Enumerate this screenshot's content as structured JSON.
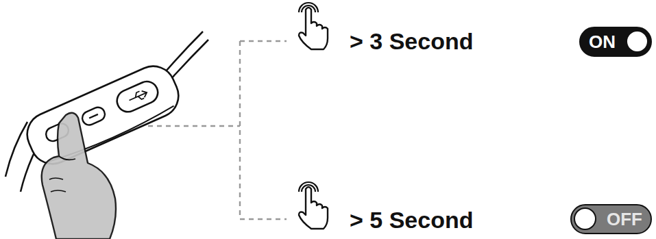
{
  "diagram": {
    "nodes": [
      {
        "text": [
          "ON"
        ]
      },
      {
        "text": [
          "OFF"
        ]
      }
    ],
    "labels": [
      "> 3 Second",
      "> 5 Second"
    ]
  }
}
